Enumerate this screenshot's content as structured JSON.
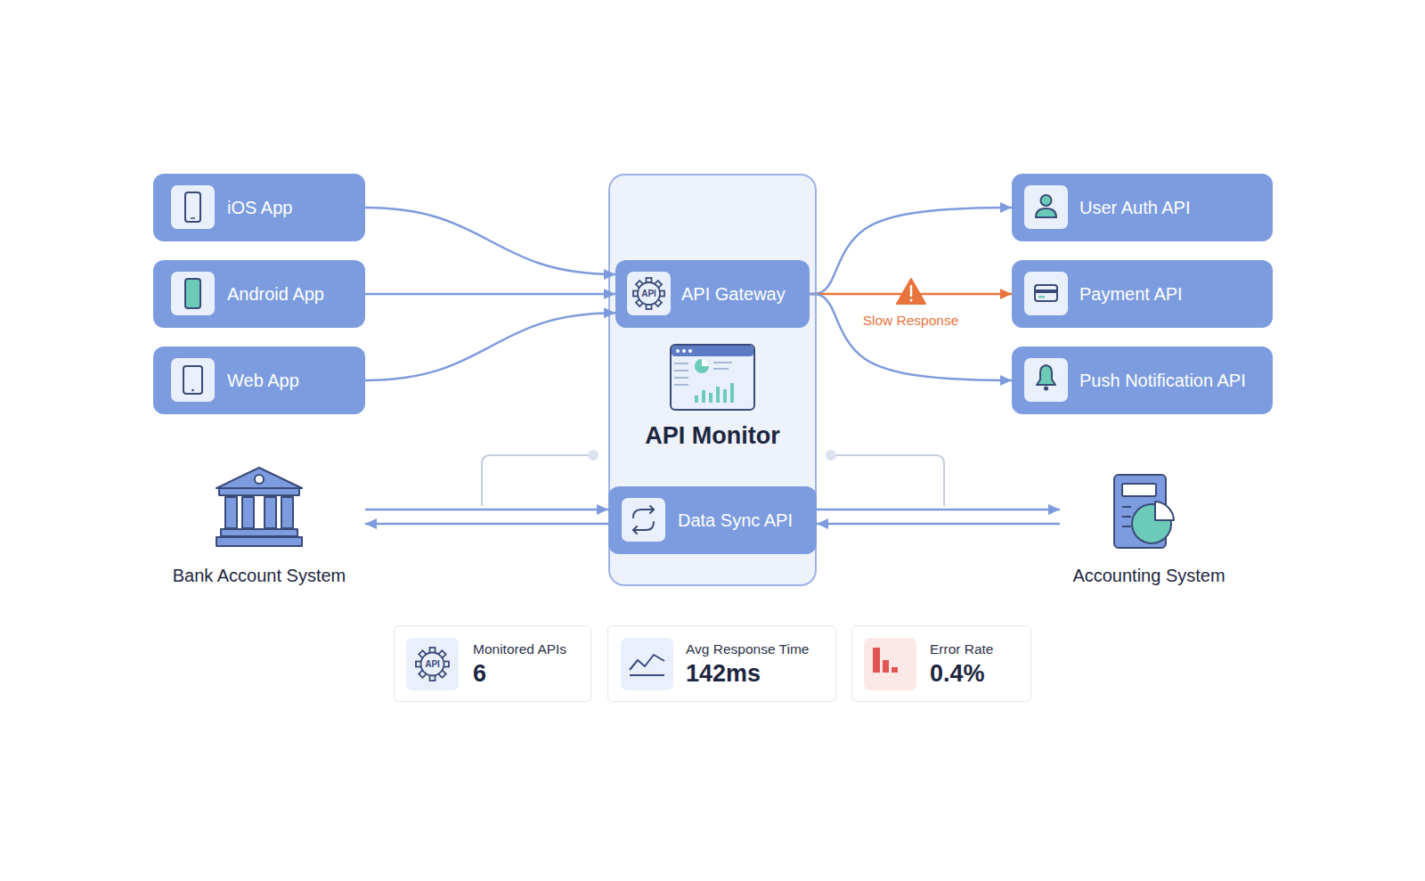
{
  "diagram": {
    "nodes": [
      {
        "text": [
          "iOS App"
        ]
      },
      {
        "text": [
          "Android App"
        ]
      },
      {
        "text": [
          "Web App"
        ]
      },
      {
        "text": [
          "API Monitor"
        ]
      },
      {
        "text": [
          "API Gateway"
        ],
        "in": 3
      },
      {
        "text": [
          "Data Sync API"
        ],
        "in": 3
      },
      {
        "text": [
          "User Auth API"
        ]
      },
      {
        "text": [
          "Payment API"
        ]
      },
      {
        "text": [
          "Push Notification API"
        ]
      },
      {
        "text": [
          "Bank Account System"
        ]
      },
      {
        "text": [
          "Accounting System"
        ]
      },
      {
        "text": [
          "Monitored APIs",
          "6"
        ]
      },
      {
        "text": [
          "Avg Response Time",
          "142ms"
        ]
      },
      {
        "text": [
          "Error Rate",
          "0.4%"
        ]
      }
    ],
    "edges": [
      {
        "from": 0,
        "to": 4,
        "arrow": "to"
      },
      {
        "from": 1,
        "to": 4,
        "arrow": "to"
      },
      {
        "from": 2,
        "to": 4,
        "arrow": "to"
      },
      {
        "from": 4,
        "to": 6,
        "arrow": "to"
      },
      {
        "from": 4,
        "to": 7,
        "label": "Slow Response",
        "arrow": "to"
      },
      {
        "from": 4,
        "to": 8,
        "arrow": "to"
      },
      {
        "from": 9,
        "to": 5,
        "arrow": "to"
      },
      {
        "from": 5,
        "to": 9,
        "arrow": "to"
      },
      {
        "from": 5,
        "to": 10,
        "arrow": "to"
      },
      {
        "from": 10,
        "to": 5,
        "arrow": "to"
      }
    ],
    "labels": [
      "API",
      "API"
    ]
  }
}
